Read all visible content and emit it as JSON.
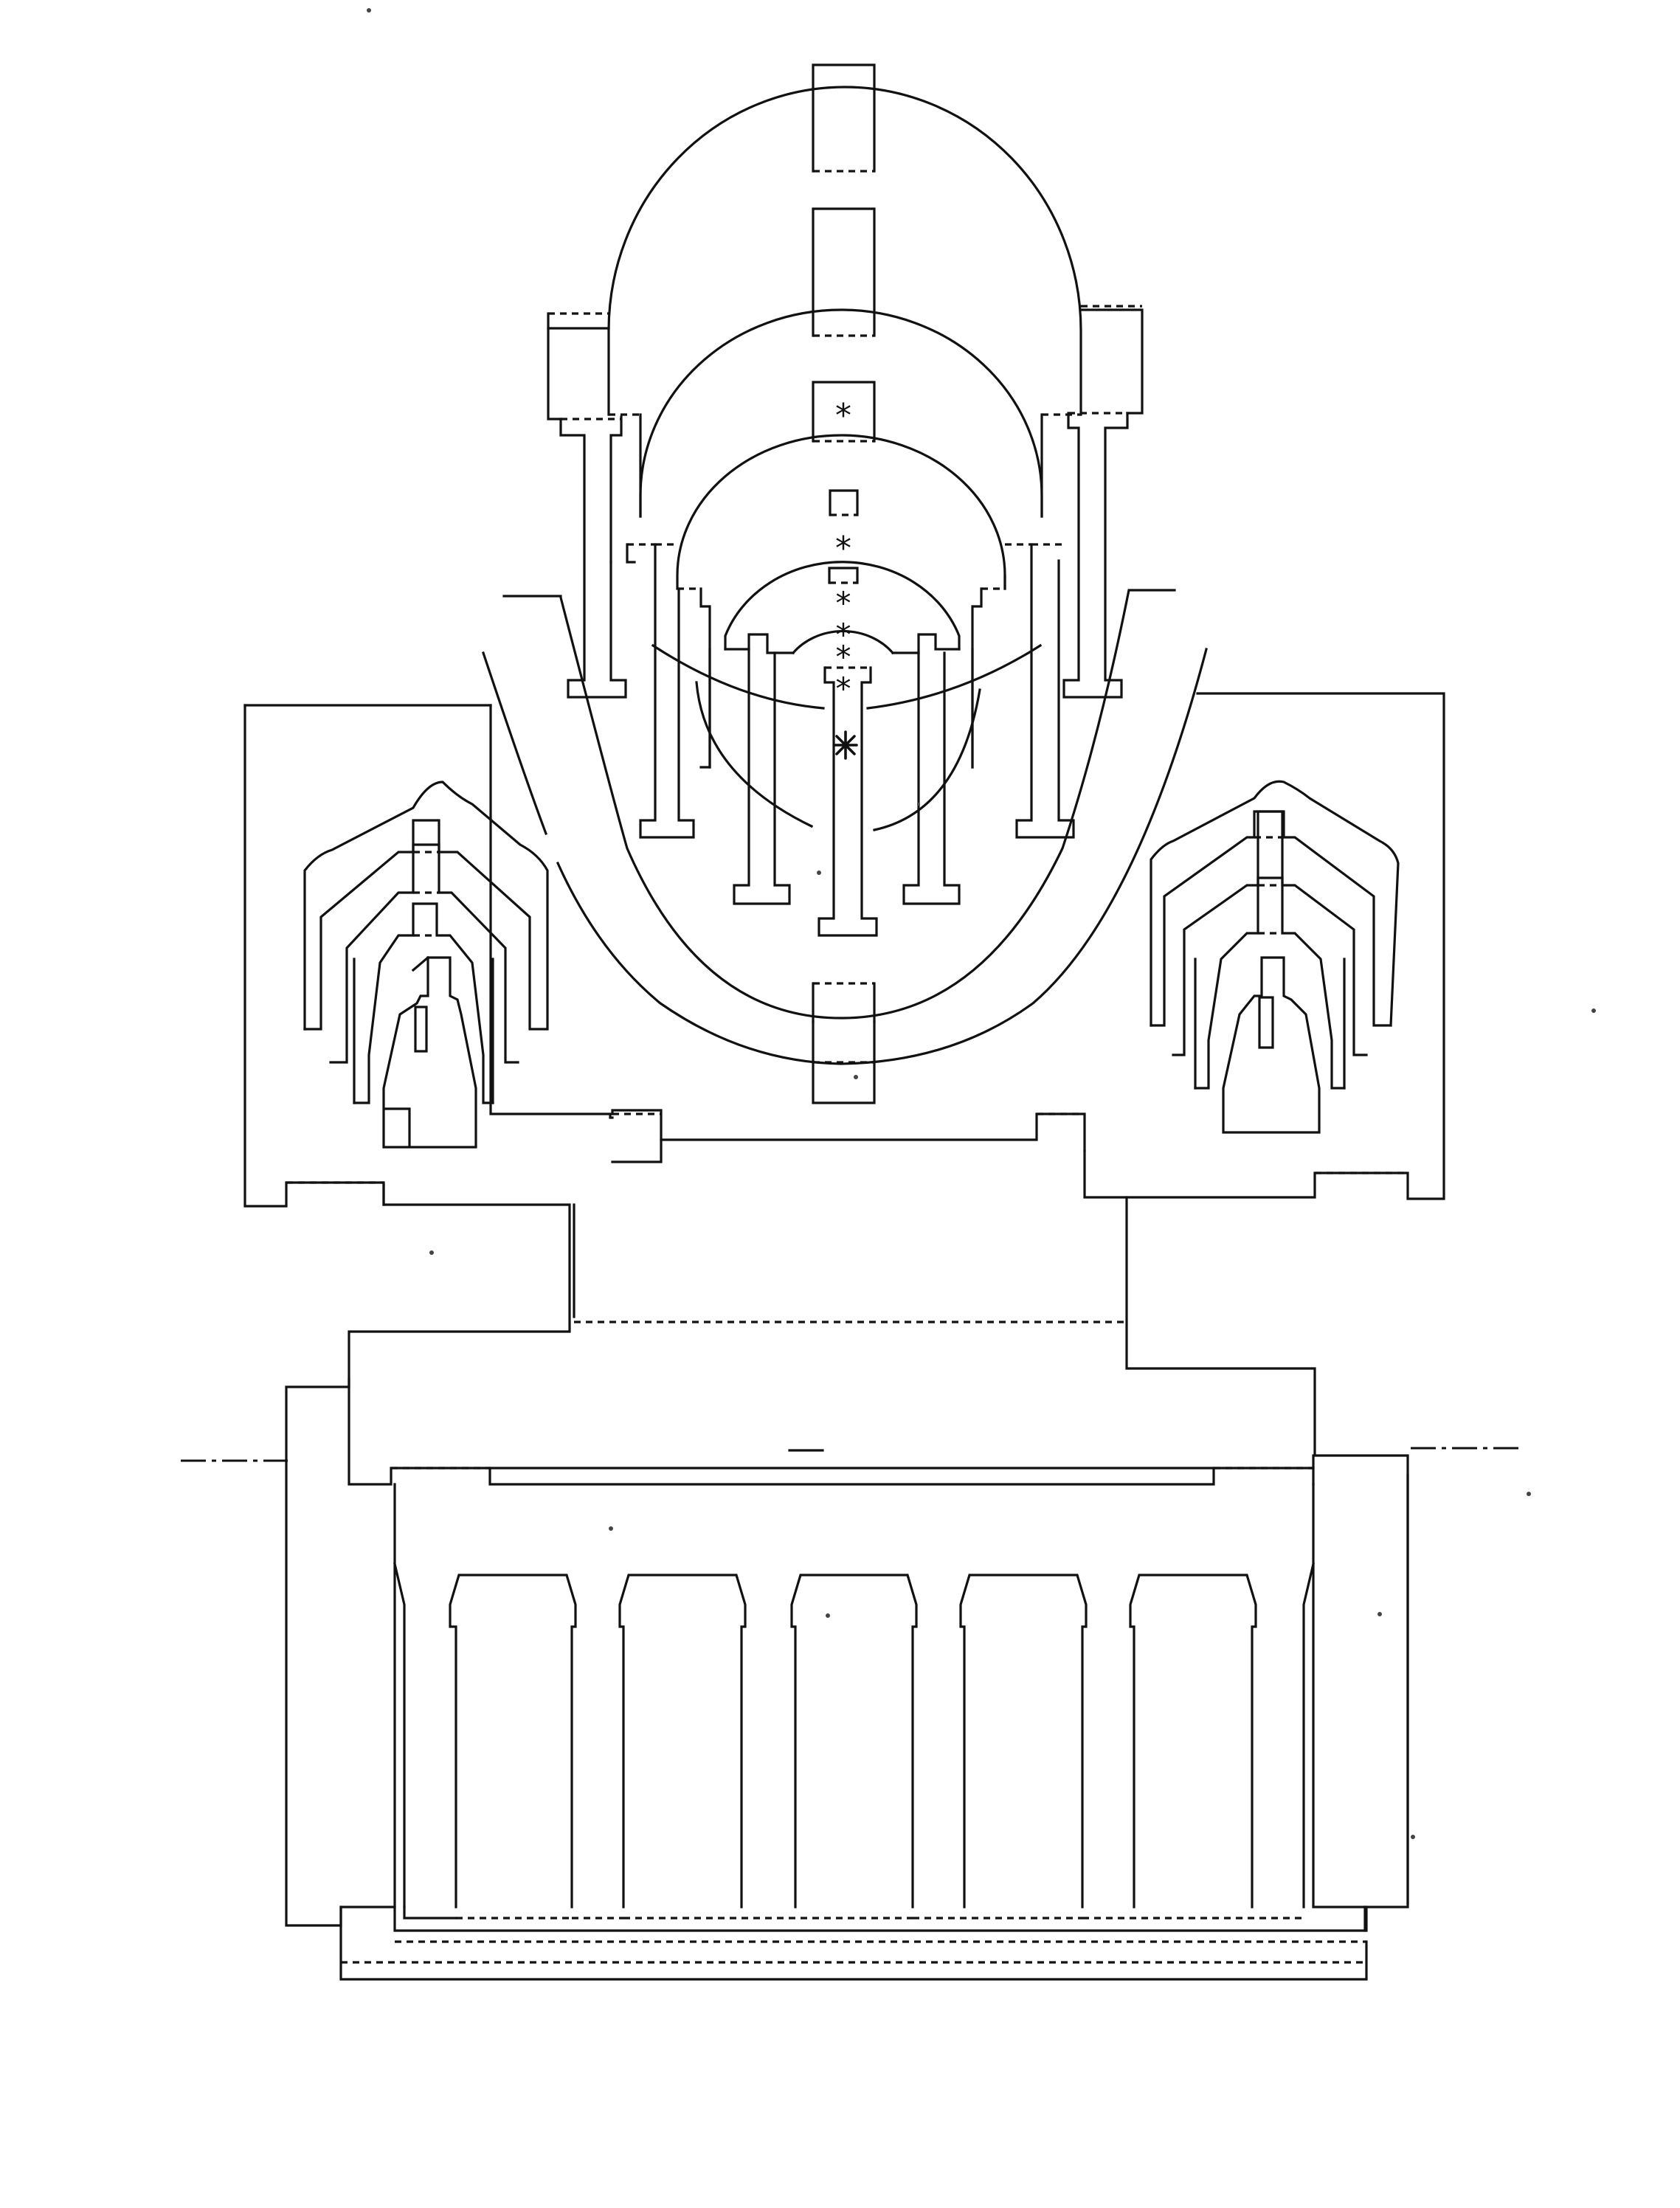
{
  "diagram": {
    "kind": "pop-up card cutting template (architectural kirigami)",
    "line_styles": {
      "cut": "solid",
      "fold": "dashed",
      "axis": "dash-dot"
    },
    "marks": {
      "glue_points": 6,
      "center_mark": "asterisk"
    },
    "colors": {
      "background": "#ffffff",
      "ink": "#111111"
    }
  }
}
